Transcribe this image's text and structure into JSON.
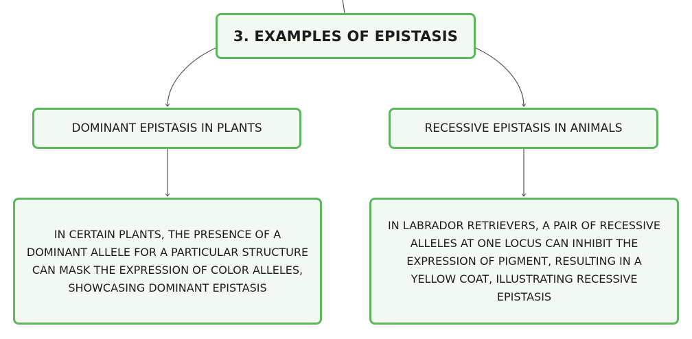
{
  "diagram": {
    "root": {
      "label": "3. EXAMPLES OF EPISTASIS"
    },
    "branches": [
      {
        "label": "DOMINANT EPISTASIS IN PLANTS",
        "detail": "IN CERTAIN PLANTS, THE PRESENCE OF A DOMINANT ALLELE FOR A PARTICULAR STRUCTURE CAN MASK THE EXPRESSION OF COLOR ALLELES, SHOWCASING DOMINANT EPISTASIS"
      },
      {
        "label": "RECESSIVE EPISTASIS IN ANIMALS",
        "detail": "IN LABRADOR RETRIEVERS, A PAIR OF RECESSIVE ALLELES AT ONE LOCUS CAN INHIBIT THE EXPRESSION OF PIGMENT, RESULTING IN A YELLOW COAT, ILLUSTRATING RECESSIVE EPISTASIS"
      }
    ],
    "colors": {
      "node_border": "#5cb85c",
      "node_fill": "#f2f9f3",
      "connector": "#555555",
      "text": "#1c1c1c"
    }
  }
}
